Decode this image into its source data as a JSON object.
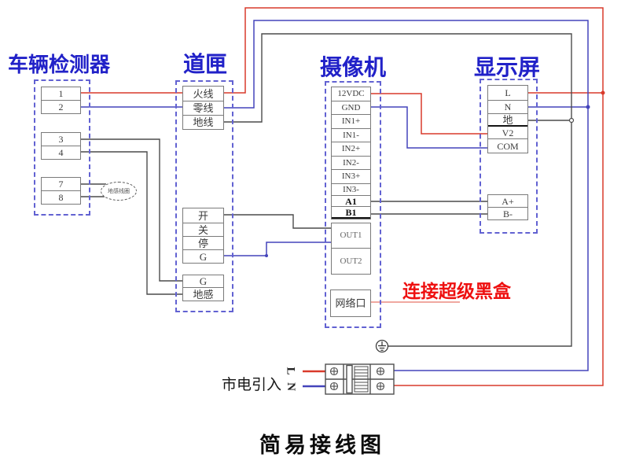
{
  "title": "简易接线图",
  "colors": {
    "header_blue": "#2121c8",
    "wire_red": "#d93a2b",
    "wire_blue": "#4444bb",
    "wire_dark": "#4c4c4c",
    "annotation_red": "#ee1010",
    "dashed_border_blue": "#6262d2"
  },
  "sections": {
    "detector": {
      "label": "车辆检测器",
      "terminals_a": [
        "1",
        "2"
      ],
      "terminals_b": [
        "3",
        "4"
      ],
      "terminals_c": [
        "7",
        "8"
      ],
      "coil_label": "地感线圈"
    },
    "gate": {
      "label": "道匣",
      "power_terminals": [
        "火线",
        "零线",
        "地线"
      ],
      "control_terminals": [
        "开",
        "关",
        "停",
        "G"
      ],
      "sensor_terminals": [
        "G",
        "地感"
      ]
    },
    "camera": {
      "label": "摄像机",
      "terminals": [
        "12VDC",
        "GND",
        "IN1+",
        "IN1-",
        "IN2+",
        "IN2-",
        "IN3+",
        "IN3-",
        "A1",
        "B1"
      ],
      "out_terminals": [
        "OUT1",
        "OUT2"
      ],
      "network_port_label": "网络口"
    },
    "display": {
      "label": "显示屏",
      "terminals": [
        "L",
        "N",
        "地",
        "V2",
        "COM"
      ],
      "bus_terminals": [
        "A+",
        "B-"
      ]
    }
  },
  "annotations": {
    "blackbox_label": "连接超级黑盒",
    "mains_label": "市电引入",
    "mains_live": "L",
    "mains_neutral": "N"
  }
}
